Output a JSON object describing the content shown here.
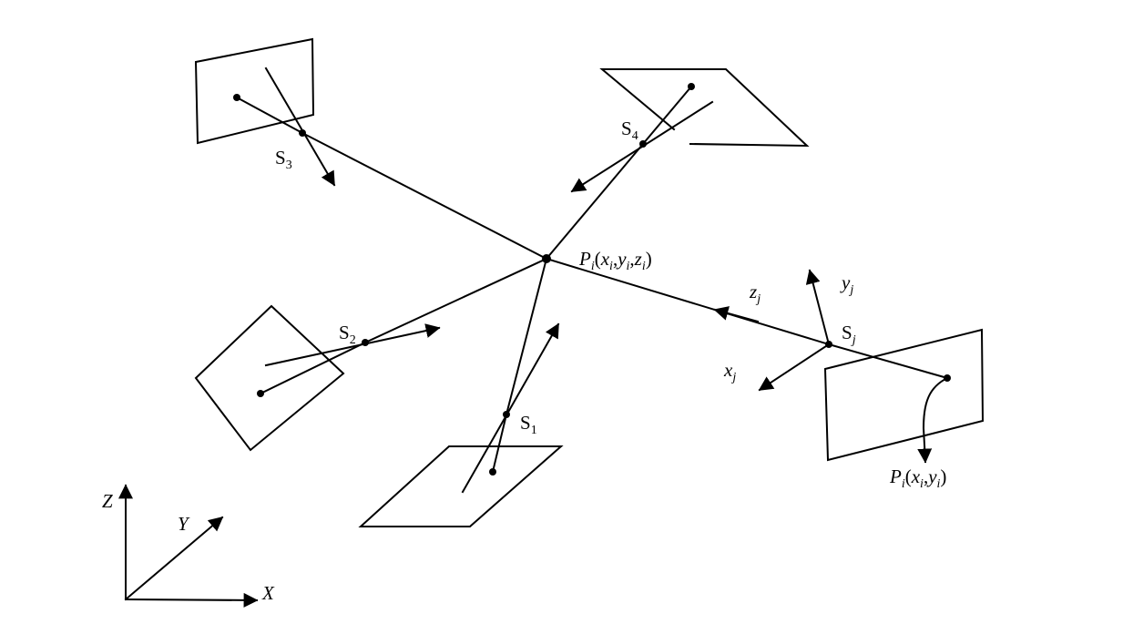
{
  "labels": {
    "s1": {
      "base": "S",
      "sub": "1"
    },
    "s2": {
      "base": "S",
      "sub": "2"
    },
    "s3": {
      "base": "S",
      "sub": "3"
    },
    "s4": {
      "base": "S",
      "sub": "4"
    },
    "sj": {
      "base": "S",
      "sub": "j"
    },
    "p3d": {
      "p": "P",
      "i": "i",
      "open": "(",
      "x": "x",
      "y": "y",
      "z": "z",
      "comma": ",",
      "close": ")"
    },
    "p2d": {
      "p": "P",
      "i": "i",
      "open": "(",
      "x": "x",
      "y": "y",
      "comma": ",",
      "close": ")"
    },
    "cam_axes": {
      "x": {
        "base": "x",
        "sub": "j"
      },
      "y": {
        "base": "y",
        "sub": "j"
      },
      "z": {
        "base": "z",
        "sub": "j"
      }
    },
    "world_axes": {
      "X": "X",
      "Y": "Y",
      "Z": "Z"
    }
  },
  "colors": {
    "stroke": "#000000",
    "background": "#ffffff"
  }
}
